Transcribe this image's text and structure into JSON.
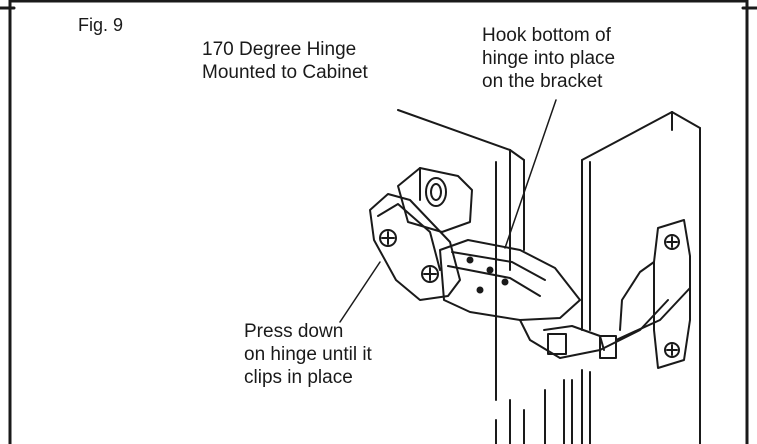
{
  "figure": {
    "fig_label": "Fig. 9",
    "hinge_label_lines": [
      "170 Degree Hinge",
      "Mounted to Cabinet"
    ],
    "hook_label_lines": [
      "Hook bottom of",
      "hinge into place",
      "on the bracket"
    ],
    "press_label_lines": [
      "Press down",
      "on hinge until it",
      "clips in place"
    ]
  },
  "colors": {
    "ink": "#1a1a1a",
    "background": "#ffffff"
  },
  "icons": [
    "screw-icon"
  ]
}
